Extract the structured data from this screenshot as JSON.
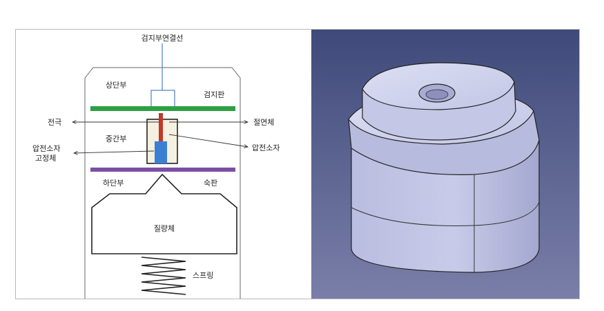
{
  "diagram": {
    "labels": {
      "sensor_wire": "검지부연결선",
      "upper_part": "상단부",
      "sensing_plate": "검지판",
      "electrode": "전극",
      "insulator": "절연체",
      "middle_part": "중간부",
      "piezo_element": "압전소자",
      "piezo_holder_line1": "압전소자",
      "piezo_holder_line2": "고정체",
      "lower_part": "하단부",
      "copper_plate": "숙판",
      "mass": "질량체",
      "spring": "스프링"
    },
    "colors": {
      "sensing_plate": "#2ea043",
      "copper_plate": "#7b4fa6",
      "electrode": "#c0392b",
      "piezo": "#3b7fd4",
      "insulator_fill": "#f5f0e0",
      "cad_background": "#3d4878"
    }
  }
}
